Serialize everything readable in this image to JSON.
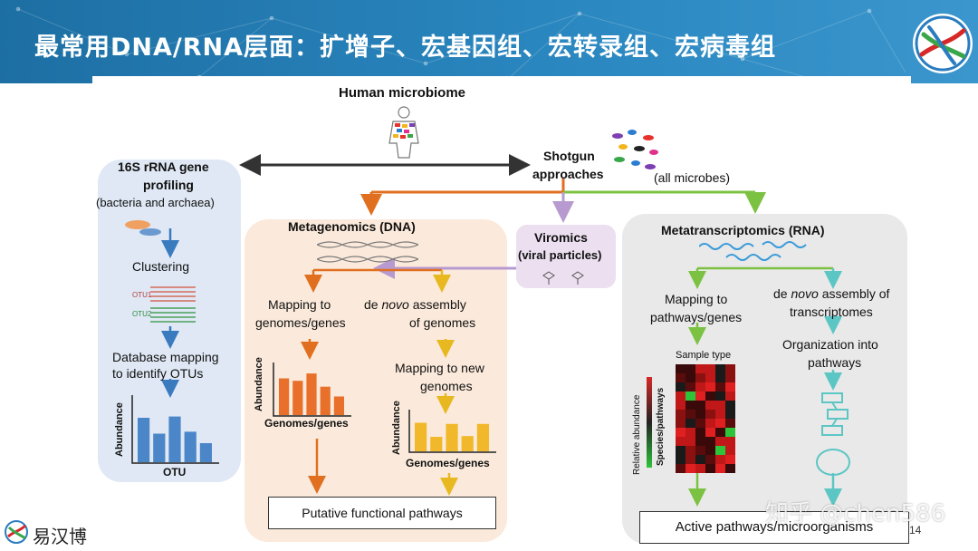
{
  "slide": {
    "title": "最常用DNA/RNA层面：扩增子、宏基因组、宏转录组、宏病毒组",
    "page_number": "14",
    "watermark": "知乎 @chen586",
    "footer_logo_text": "易汉博"
  },
  "diagram": {
    "top": {
      "label": "Human microbiome"
    },
    "shotgun": {
      "line1": "Shotgun",
      "line2": "approaches",
      "note": "(all microbes)"
    },
    "rrna": {
      "title1": "16S rRNA gene",
      "title2": "profiling",
      "subtitle": "(bacteria and archaea)",
      "step1": "Clustering",
      "otu1": "OTU1",
      "otu2": "OTU2",
      "step2a": "Database mapping",
      "step2b": "to identify OTUs",
      "y_label": "Abundance",
      "x_label": "OTU",
      "bars": [
        0.7,
        0.45,
        0.72,
        0.48,
        0.3
      ],
      "bar_color": "#4a86c8"
    },
    "metagenomics": {
      "title": "Metagenomics (DNA)",
      "left_step_a": "Mapping to",
      "left_step_b": "genomes/genes",
      "right_step_a_pre": "de ",
      "right_step_a_em": "novo",
      "right_step_a_post": " assembly",
      "right_step_b": "of genomes",
      "right_step2a": "Mapping to new",
      "right_step2b": "genomes",
      "left_y_label": "Abundance",
      "left_x_label": "Genomes/genes",
      "left_bars": [
        0.75,
        0.7,
        0.85,
        0.58,
        0.38
      ],
      "left_bar_color": "#e8702a",
      "right_y_label": "Abundance",
      "right_x_label": "Genomes/genes",
      "right_bars": [
        0.75,
        0.38,
        0.72,
        0.4,
        0.72
      ],
      "right_bar_color": "#f0b82a",
      "result": "Putative functional pathways"
    },
    "viromics": {
      "title": "Viromics",
      "subtitle": "(viral particles)"
    },
    "metatranscriptomics": {
      "title": "Metatranscriptomics (RNA)",
      "left_step_a": "Mapping to",
      "left_step_b": "pathways/genes",
      "right_step_a_pre": "de ",
      "right_step_a_em": "novo",
      "right_step_a_post": " assembly of",
      "right_step_b": "transcriptomes",
      "right_step2a": "Organization into",
      "right_step2b": "pathways",
      "heatmap_title": "Sample type",
      "heatmap_y_label": "Relative abundance",
      "heatmap_y_label2": "Species/pathways",
      "result": "Active pathways/microorganisms"
    },
    "colors": {
      "orange": "#e07020",
      "green": "#7cc242",
      "purple": "#b79ad0",
      "blue": "#3a7bbf",
      "yellow": "#e8b820",
      "teal": "#5cc6c4",
      "dark": "#333333"
    }
  }
}
